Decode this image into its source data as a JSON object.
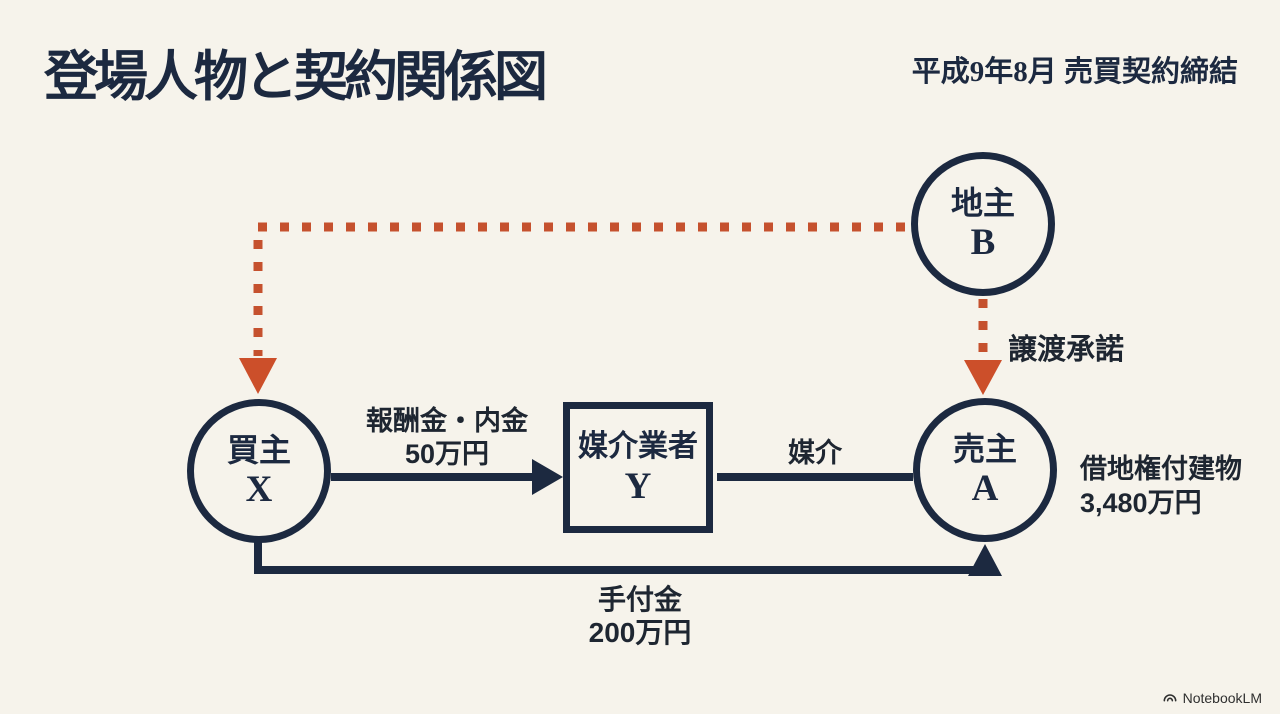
{
  "page": {
    "title": "登場人物と契約関係図",
    "date_note": "平成9年8月 売買契約締結"
  },
  "colors": {
    "background": "#f6f3eb",
    "navy": "#1c2940",
    "accent_orange": "#c5512e",
    "label_text": "#1e2631"
  },
  "nodes": {
    "landlord": {
      "name": "地主",
      "id": "B",
      "shape": "circle"
    },
    "buyer": {
      "name": "買主",
      "id": "X",
      "shape": "circle"
    },
    "broker": {
      "name": "媒介業者",
      "id": "Y",
      "shape": "square"
    },
    "seller": {
      "name": "売主",
      "id": "A",
      "shape": "circle"
    }
  },
  "edges": {
    "buyer_to_broker": {
      "line1": "報酬金・内金",
      "line2": "50万円",
      "style": "solid-arrow"
    },
    "broker_to_seller": {
      "label": "媒介",
      "style": "solid-line"
    },
    "landlord_to_buyer": {
      "style": "dotted-arrow"
    },
    "landlord_to_seller": {
      "label": "譲渡承諾",
      "style": "dotted-arrow"
    },
    "buyer_to_seller": {
      "line1": "手付金",
      "line2": "200万円",
      "style": "solid-arrow"
    }
  },
  "notes": {
    "seller_property": {
      "line1": "借地権付建物",
      "line2": "3,480万円"
    }
  },
  "branding": {
    "logo_text": "NotebookLM"
  }
}
